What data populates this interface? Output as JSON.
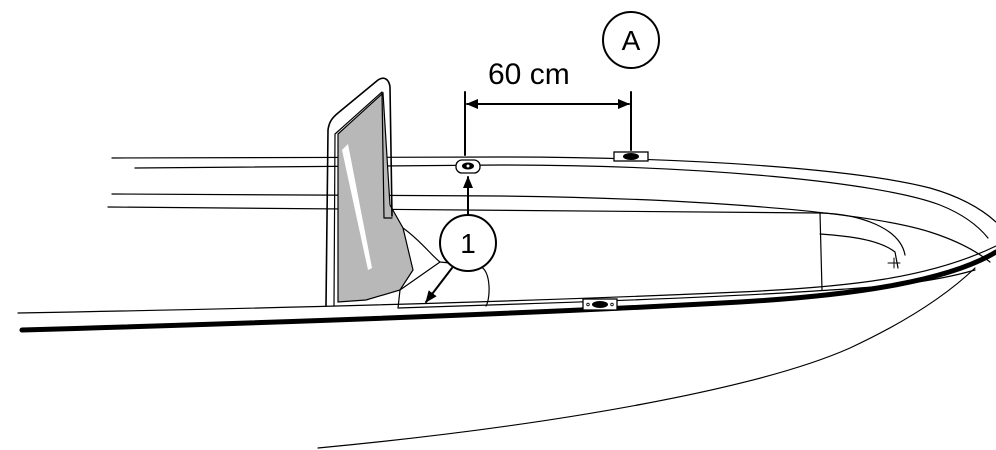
{
  "diagram": {
    "dimension_label": "60 cm",
    "callout_a": "A",
    "callout_1": "1"
  },
  "colors": {
    "line": "#000000",
    "glass": "#b8b8b8",
    "background": "#ffffff"
  }
}
